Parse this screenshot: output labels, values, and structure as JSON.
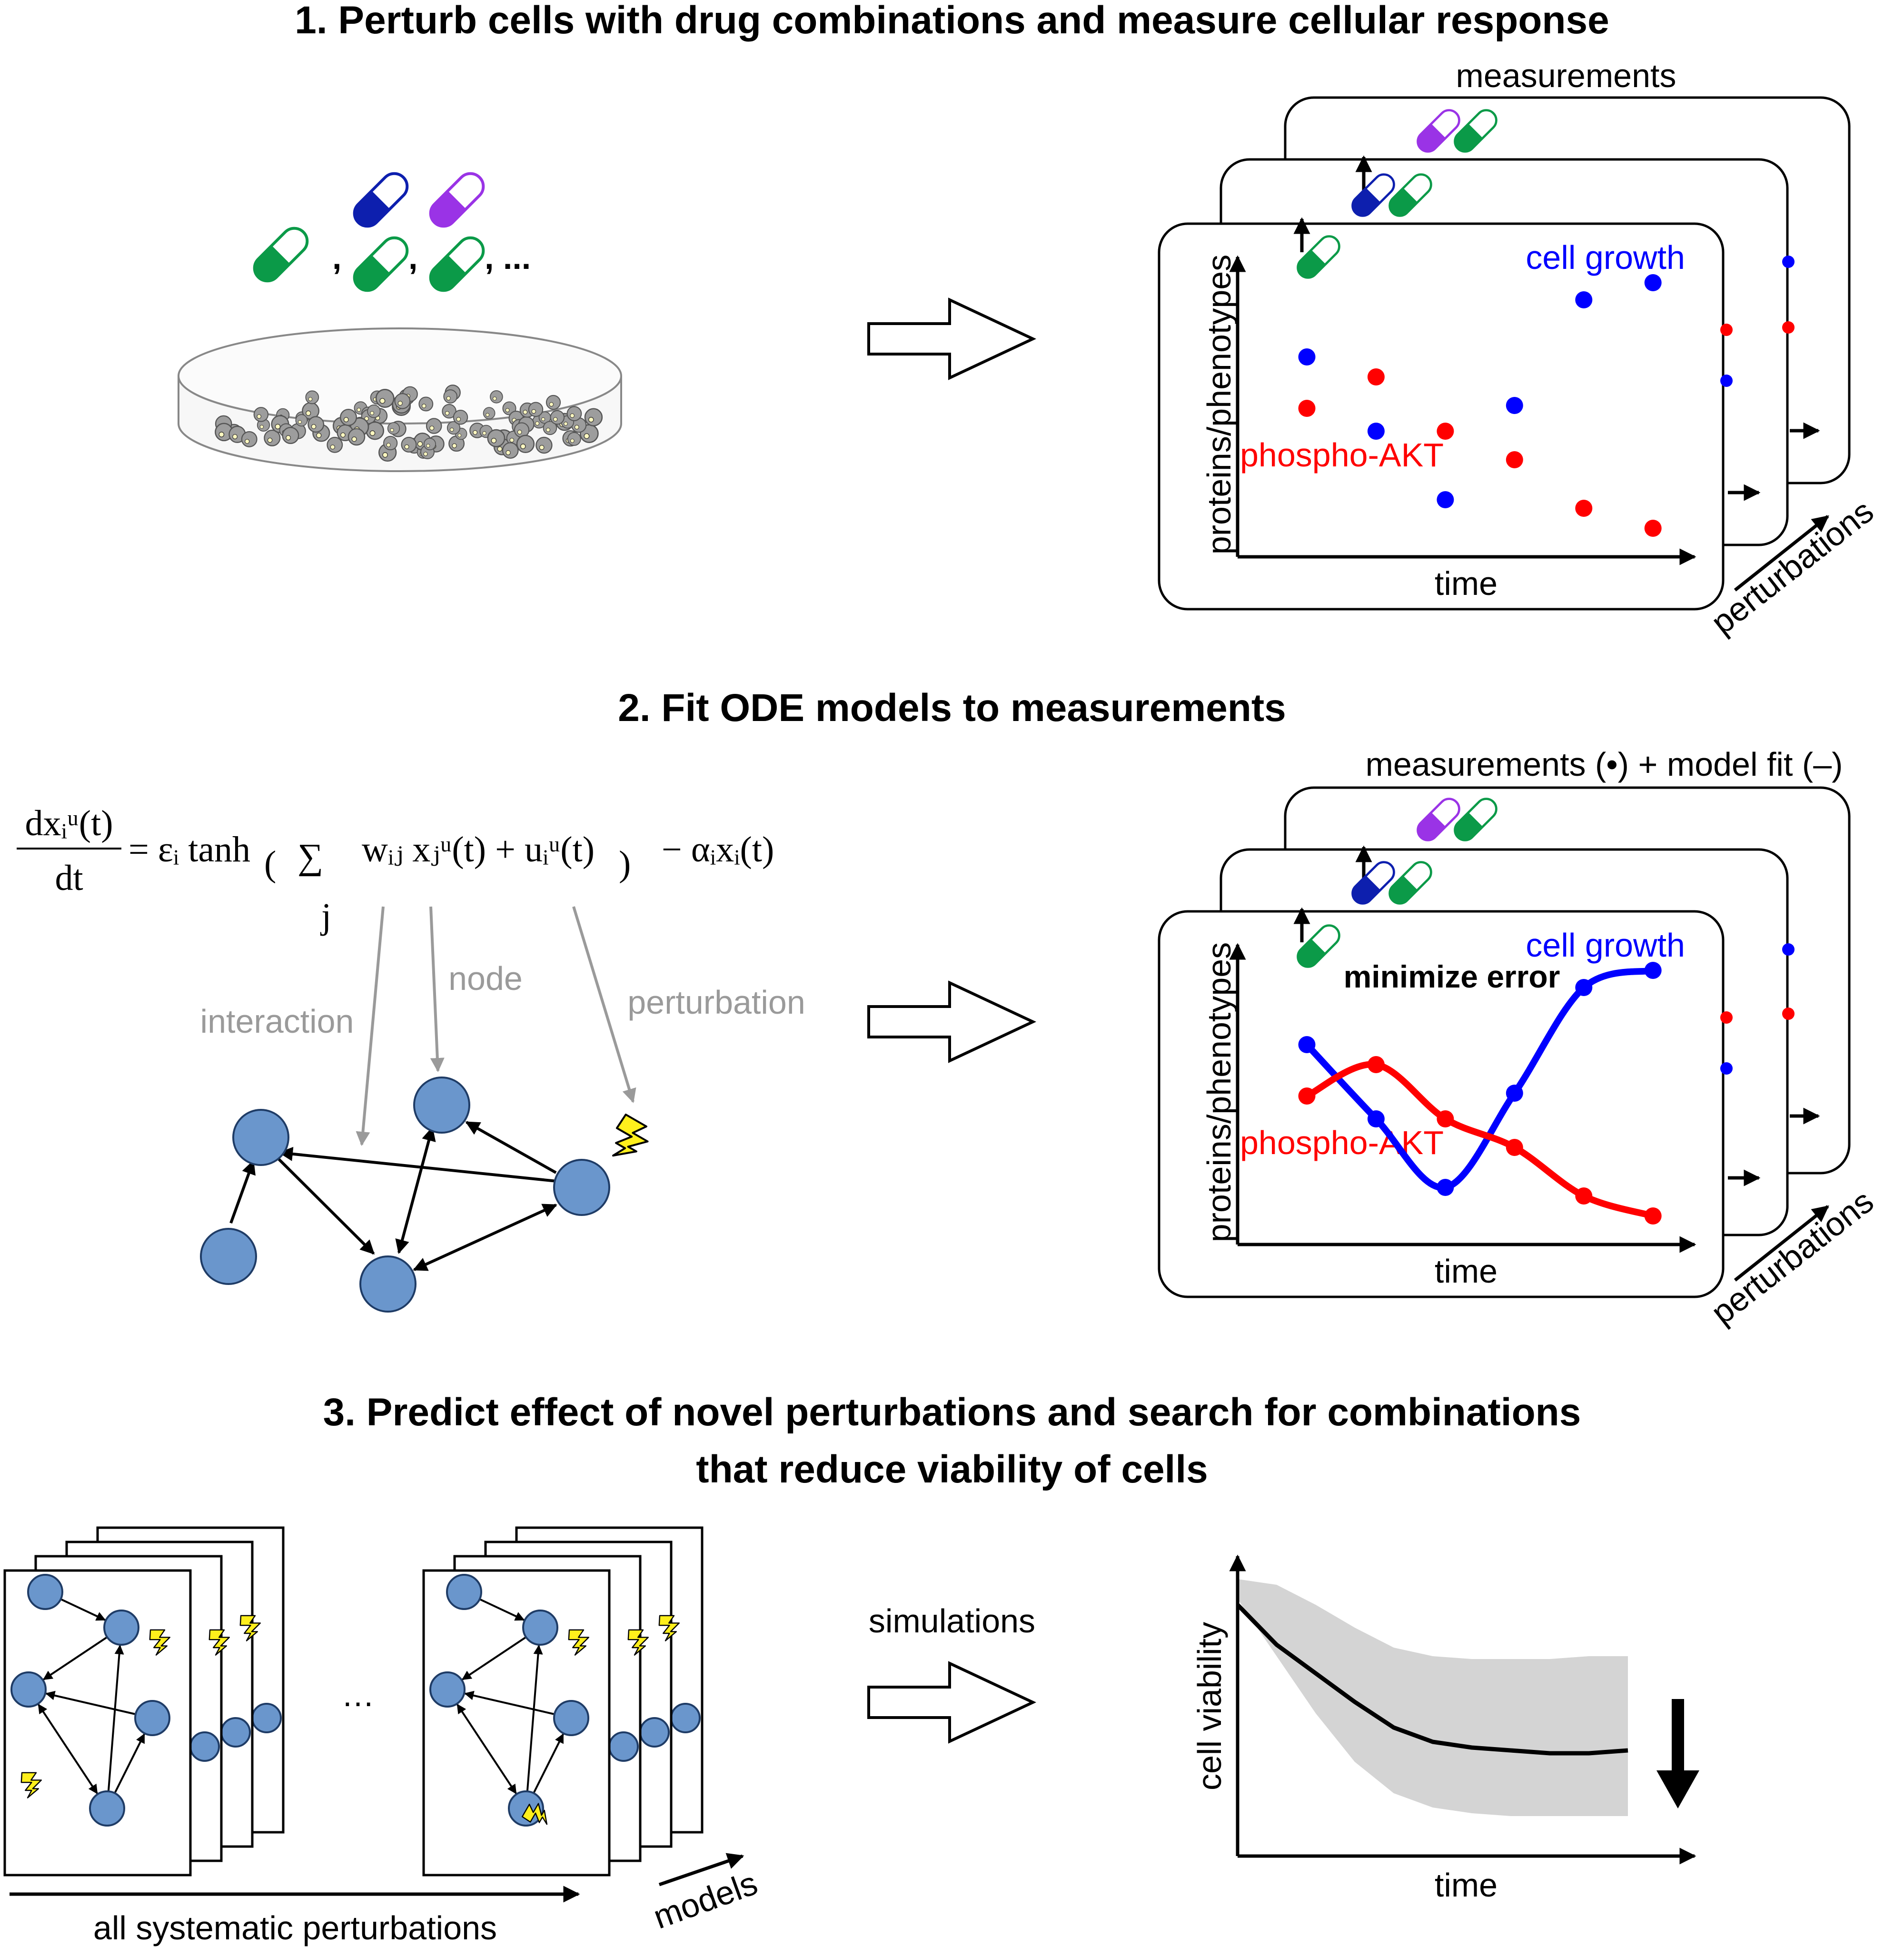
{
  "section1": {
    "title": "1. Perturb cells with drug combinations and measure cellular response",
    "commas": [
      ",",
      ",",
      ", ..."
    ],
    "stack_title": "measurements",
    "chart": {
      "ylabel": "proteins/phenotypes",
      "xlabel": "time",
      "series_labels": [
        "cell growth",
        "phospho-AKT"
      ]
    },
    "stack_axis_label": "perturbations"
  },
  "section2": {
    "title": "2. Fit ODE models to measurements",
    "stack_title": "measurements (•) + model fit (–)",
    "equation": {
      "lhs_num": "dxᵢᵘ(t)",
      "lhs_den": "dt",
      "rhs_a": "= εᵢ tanh",
      "sum": "∑",
      "sum_index": "j",
      "inner": "wᵢⱼ xⱼᵘ(t) + uᵢᵘ(t)",
      "rhs_b": "− αᵢxᵢ(t)"
    },
    "annotations": [
      "interaction",
      "node",
      "perturbation"
    ],
    "chart": {
      "ylabel": "proteins/phenotypes",
      "xlabel": "time",
      "series_labels": [
        "cell growth",
        "phospho-AKT"
      ],
      "annotation": "minimize error"
    },
    "stack_axis_label": "perturbations"
  },
  "section3": {
    "title_line1": "3. Predict effect of novel perturbations and search for combinations",
    "title_line2": "that reduce viability of cells",
    "ellipsis": "…",
    "bottom_label": "all systematic perturbations",
    "models_label": "models",
    "arrow_label": "simulations",
    "chart": {
      "ylabel": "cell viability",
      "xlabel": "time"
    }
  },
  "chart_data": [
    {
      "type": "scatter",
      "series": [
        {
          "name": "cell growth",
          "color": "#0000ff",
          "x": [
            1,
            2,
            3,
            4,
            5,
            6
          ],
          "y": [
            0.7,
            0.44,
            0.2,
            0.53,
            0.9,
            0.96
          ]
        },
        {
          "name": "phospho-AKT",
          "color": "#ff0000",
          "x": [
            1,
            2,
            3,
            4,
            5,
            6
          ],
          "y": [
            0.52,
            0.63,
            0.44,
            0.34,
            0.17,
            0.1
          ]
        }
      ],
      "xlabel": "time",
      "ylabel": "proteins/phenotypes"
    },
    {
      "type": "line",
      "series": [
        {
          "name": "cell growth",
          "color": "#0000ff",
          "x": [
            1,
            2,
            3,
            4,
            5,
            6
          ],
          "y": [
            0.7,
            0.44,
            0.2,
            0.53,
            0.9,
            0.96
          ]
        },
        {
          "name": "phospho-AKT",
          "color": "#ff0000",
          "x": [
            1,
            2,
            3,
            4,
            5,
            6
          ],
          "y": [
            0.52,
            0.63,
            0.44,
            0.34,
            0.17,
            0.1
          ]
        }
      ],
      "annotation": "minimize error",
      "xlabel": "time",
      "ylabel": "proteins/phenotypes"
    },
    {
      "type": "area",
      "series": [
        {
          "x": [
            0,
            0.1,
            0.2,
            0.3,
            0.4,
            0.5,
            0.6,
            0.7,
            0.8,
            0.9,
            1.0
          ],
          "y": [
            0.88,
            0.74,
            0.64,
            0.54,
            0.45,
            0.4,
            0.38,
            0.37,
            0.36,
            0.36,
            0.37
          ]
        }
      ],
      "band": {
        "lower": [
          0.9,
          0.7,
          0.5,
          0.33,
          0.22,
          0.17,
          0.15,
          0.14,
          0.14,
          0.14,
          0.14
        ],
        "upper": [
          0.97,
          0.95,
          0.88,
          0.8,
          0.73,
          0.7,
          0.69,
          0.69,
          0.69,
          0.7,
          0.7
        ]
      },
      "xlabel": "time",
      "ylabel": "cell viability"
    }
  ],
  "colors": {
    "node_fill": "#6a96cc",
    "pill_green": "#0b9a48",
    "pill_blue": "#0d1fae",
    "pill_purple": "#9a33e6",
    "bolt": "#ffef1c",
    "band": "#d4d4d4",
    "gray_text": "#9a9a9a"
  }
}
